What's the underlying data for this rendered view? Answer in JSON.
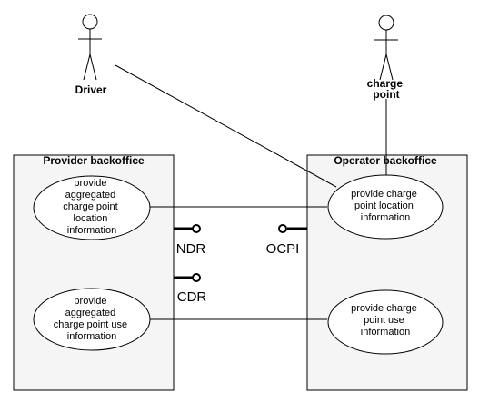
{
  "actors": {
    "driver": "Driver",
    "charge_point": [
      "charge",
      "point"
    ]
  },
  "systems": {
    "provider": "Provider backoffice",
    "operator": "Operator backoffice"
  },
  "use_cases": {
    "provider_location": [
      "provide",
      "aggregated",
      "charge point",
      "location",
      "information"
    ],
    "provider_use": [
      "provide",
      "aggregated",
      "charge point use",
      "information"
    ],
    "operator_location": [
      "provide charge",
      "point location",
      "information"
    ],
    "operator_use": [
      "provide charge",
      "point use",
      "information"
    ]
  },
  "interfaces": {
    "ndr": "NDR",
    "cdr": "CDR",
    "ocpi": "OCPI"
  }
}
